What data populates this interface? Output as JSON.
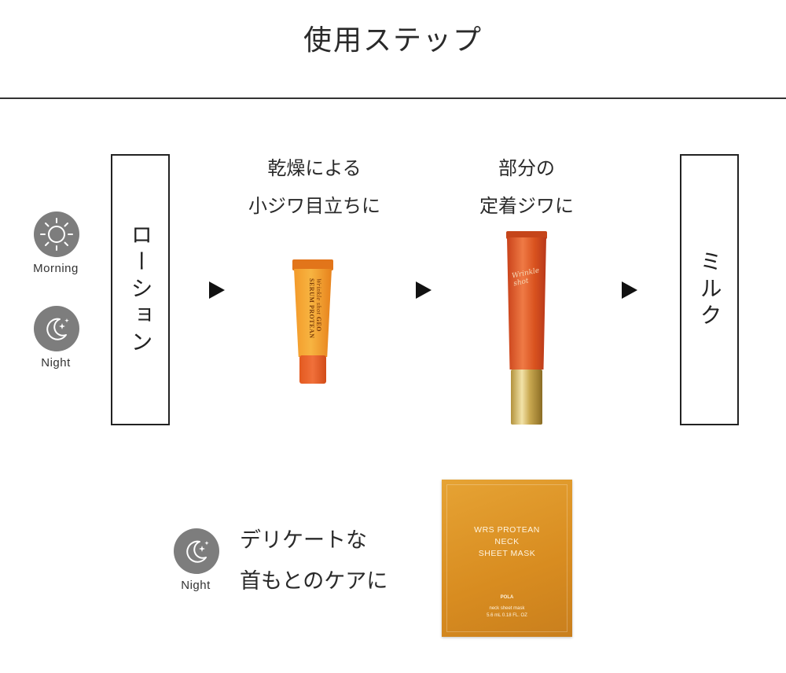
{
  "title": "使用ステップ",
  "times": {
    "morning_label": "Morning",
    "night_label": "Night"
  },
  "steps": {
    "lotion": "ローション",
    "milk": "ミルク"
  },
  "serum": {
    "caption_line1": "乾燥による",
    "caption_line2": "小ジワ目立ちに",
    "product_label": "GEO SERUM PROTEAN",
    "product_script": "Wrinkle shot"
  },
  "spot": {
    "caption_line1": "部分の",
    "caption_line2": "定着ジワに",
    "product_script": "Wrinkle shot"
  },
  "neck": {
    "time_label": "Night",
    "caption_line1": "デリケートな",
    "caption_line2": "首もとのケアに",
    "product_line1": "WRS PROTEAN",
    "product_line2": "NECK",
    "product_line3": "SHEET MASK",
    "brand": "POLA",
    "small_line1": "neck sheet mask",
    "small_line2": "5.6 mL 0.18 FL. OZ"
  },
  "icons": {
    "morning": "sun-icon",
    "night": "moon-stars-icon",
    "next": "triangle-right-icon"
  },
  "colors": {
    "icon_bg": "#7d7d7d",
    "text": "#2a2a2a",
    "serum_orange": "#f39a2a",
    "spot_orange": "#d9531f",
    "mask_gold": "#d88c20"
  }
}
